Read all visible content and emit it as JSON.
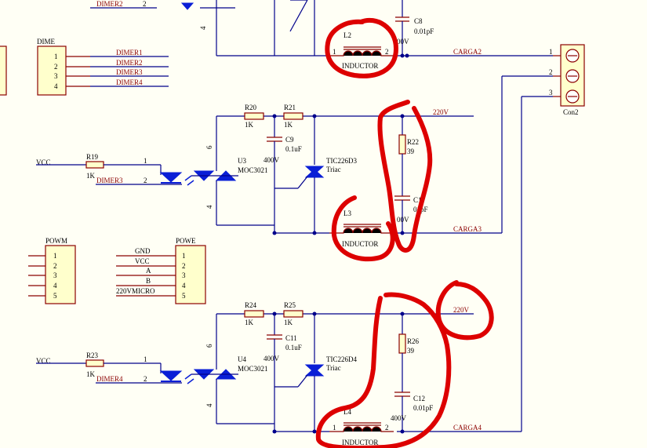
{
  "connectors": {
    "dime": {
      "name": "DIME",
      "pins": [
        "1",
        "2",
        "3",
        "4"
      ],
      "nets": [
        "DIMER1",
        "DIMER2",
        "DIMER3",
        "DIMER4"
      ]
    },
    "powm": {
      "name": "POWM",
      "pins": [
        "1",
        "2",
        "3",
        "4",
        "5"
      ]
    },
    "powe": {
      "name": "POWE",
      "pins": [
        "1",
        "2",
        "3",
        "4",
        "5"
      ],
      "nets": [
        "GND",
        "VCC",
        "A",
        "B",
        "220VMICRO"
      ]
    },
    "con2": {
      "name": "Con2",
      "pins": [
        "1",
        "2",
        "3"
      ]
    }
  },
  "top": {
    "net_dimer2": "DIMER2",
    "pin2": "2",
    "pin4": "4",
    "cap": "C8",
    "cap_value": "0.01pF",
    "volt": "00V",
    "ind": "L2",
    "ind_label": "INDUCTOR",
    "ind_p1": "1",
    "ind_p2": "2",
    "net_carga": "CARGA2"
  },
  "ch3": {
    "vcc": "VCC",
    "r_in": "R19",
    "r_in_val": "1K",
    "net_dimer": "DIMER3",
    "pin1": "1",
    "pin2": "2",
    "pin6": "6",
    "pin4": "4",
    "opto": "U3",
    "opto_part": "MOC3021",
    "r_a": "R20",
    "r_a_val": "1K",
    "r_b": "R21",
    "r_b_val": "1K",
    "cap": "C9",
    "cap_val": "0.1uF",
    "cap_volt": "400V",
    "triac": "TIC226D3",
    "triac_label": "Triac",
    "net_220": "220V",
    "r_s": "R22",
    "r_s_val": "39",
    "c_s": "C1",
    "c_s_val": "01pF",
    "c_s_volt": "00V",
    "ind": "L3",
    "ind_label": "INDUCTOR",
    "net_carga": "CARGA3"
  },
  "ch4": {
    "vcc": "VCC",
    "r_in": "R23",
    "r_in_val": "1K",
    "net_dimer": "DIMER4",
    "pin1": "1",
    "pin2": "2",
    "pin6": "6",
    "pin4": "4",
    "opto": "U4",
    "opto_part": "MOC3021",
    "r_a": "R24",
    "r_a_val": "1K",
    "r_b": "R25",
    "r_b_val": "1K",
    "cap": "C11",
    "cap_val": "0.1uF",
    "cap_volt": "400V",
    "triac": "TIC226D4",
    "triac_label": "Triac",
    "net_220": "220V",
    "r_s": "R26",
    "r_s_val": "39",
    "c_s": "C12",
    "c_s_val": "0.01pF",
    "c_s_volt": "400V",
    "ind": "L4",
    "ind_label": "INDUCTOR",
    "ind_p1": "1",
    "ind_p2": "2",
    "net_carga": "CARGA4"
  },
  "colors": {
    "wire": "#00008b",
    "component": "#8b0000",
    "symbol": "#0a1fd6",
    "annotation": "#dd0000",
    "background": "#fffff5"
  }
}
